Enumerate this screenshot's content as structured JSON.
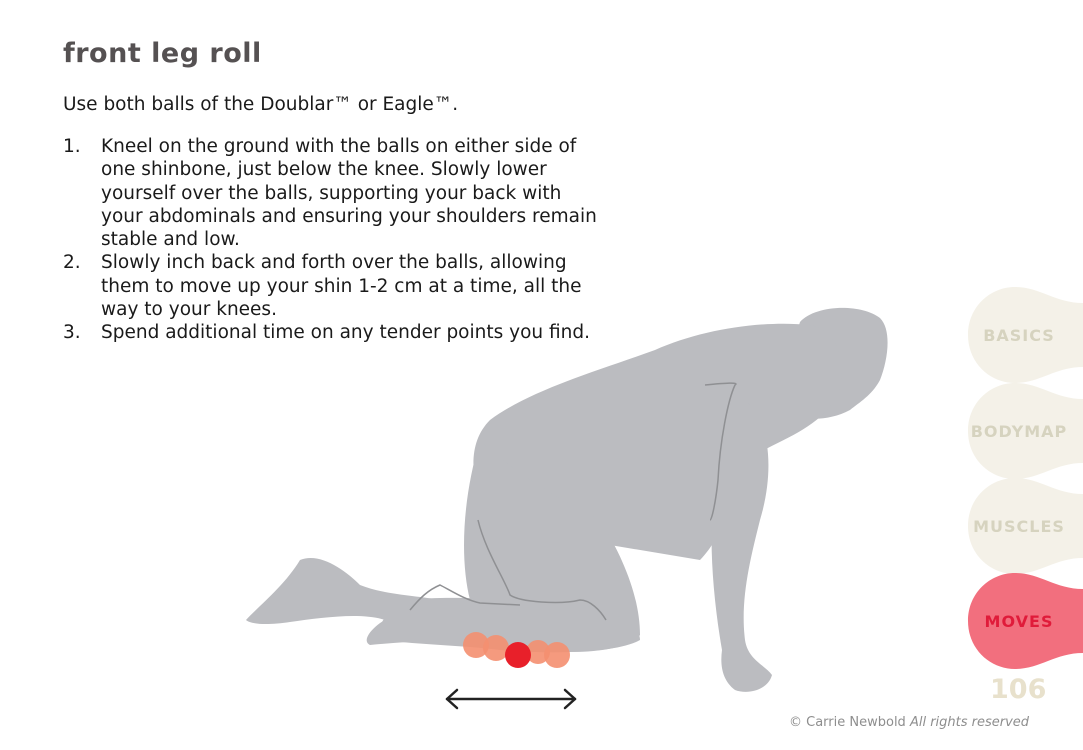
{
  "page": {
    "title": "front leg roll",
    "intro": "Use both balls of the Doublar™ or Eagle™.",
    "steps": [
      {
        "number": "1.",
        "text": "Kneel on the ground with the balls on either side of one shinbone, just below the knee. Slowly lower yourself over the balls, supporting your back with your abdominals and ensuring your shoulders remain stable and low."
      },
      {
        "number": "2.",
        "text": "Slowly inch back and forth over the balls, allowing them to move up your shin 1-2 cm at a time, all the way to your knees."
      },
      {
        "number": "3.",
        "text": "Spend additional time on any tender points you find."
      }
    ]
  },
  "illustration": {
    "figure_color": "#bbbcc0",
    "ball_colors": {
      "light": "#f48f70",
      "active": "#e8202a"
    },
    "arrow": "double-headed-arrow"
  },
  "nav_tabs": [
    {
      "label": "BASICS",
      "active": false,
      "bg": "#f4f1e8",
      "fg": "#d6d3bf"
    },
    {
      "label": "BODYMAP",
      "active": false,
      "bg": "#f4f1e8",
      "fg": "#d6d3bf"
    },
    {
      "label": "MUSCLES",
      "active": false,
      "bg": "#f4f1e8",
      "fg": "#d6d3bf"
    },
    {
      "label": "MOVES",
      "active": true,
      "bg": "#f26f7e",
      "fg": "#e01b3a"
    }
  ],
  "footer": {
    "page_number": "106",
    "copyright": "© Carrie Newbold",
    "rights": "All rights reserved"
  }
}
